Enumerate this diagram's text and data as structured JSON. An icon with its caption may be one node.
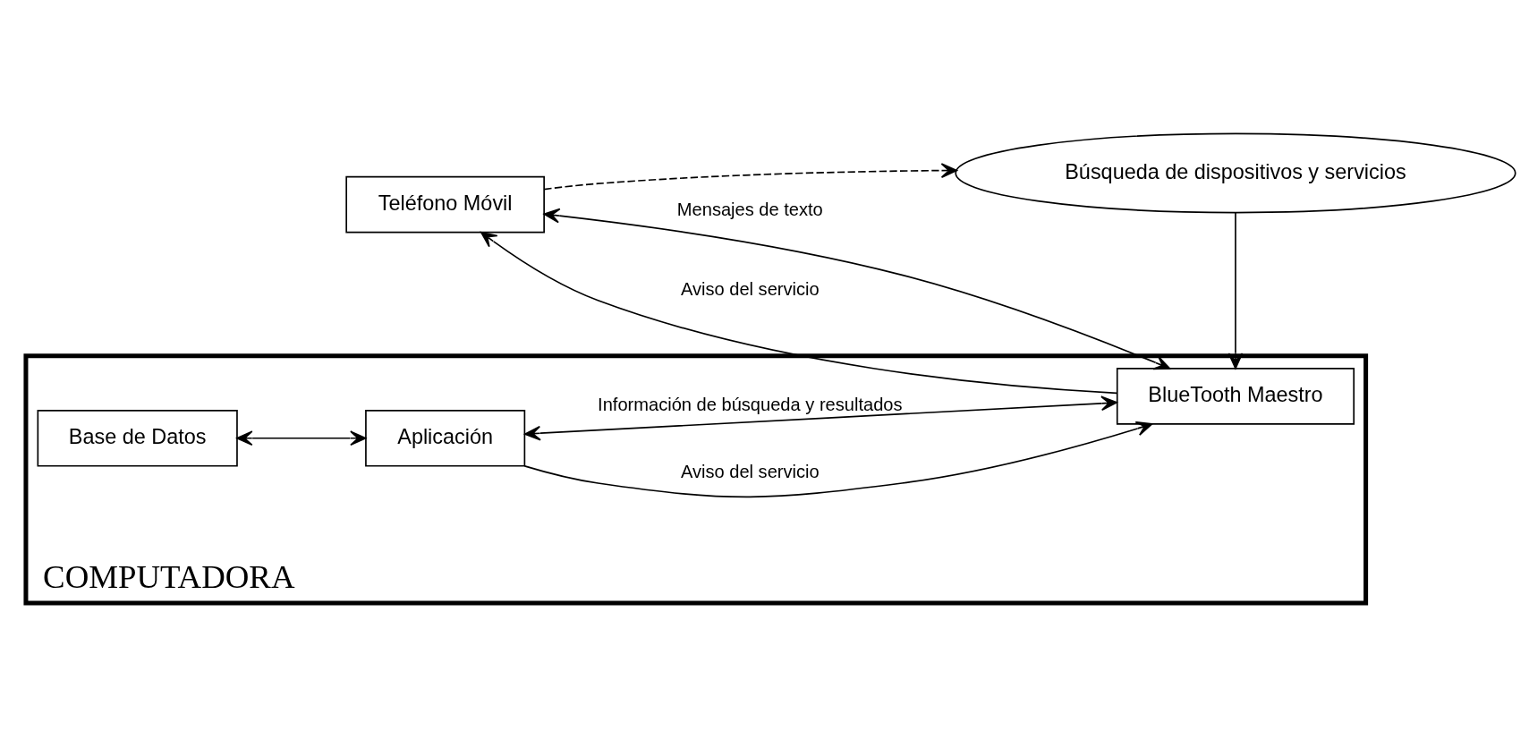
{
  "diagram": {
    "nodes": [
      {
        "text": [
          "Teléfono Móvil"
        ]
      },
      {
        "text": [
          "Búsqueda de dispositivos y servicios"
        ]
      },
      {
        "text": [
          "COMPUTADORA"
        ]
      },
      {
        "text": [
          "Base de Datos"
        ],
        "in": 2
      },
      {
        "text": [
          "Aplicación"
        ],
        "in": 2
      },
      {
        "text": [
          "BlueTooth Maestro"
        ],
        "in": 2
      }
    ],
    "edges": [
      {
        "from": 3,
        "to": 4,
        "arrow": "both"
      },
      {
        "from": 4,
        "to": 5,
        "arrow": "to",
        "label": "Aviso del servicio"
      },
      {
        "from": 5,
        "to": 0,
        "arrow": "to",
        "label": "Aviso del servicio"
      },
      {
        "from": 0,
        "to": 5,
        "arrow": "both",
        "label": "Mensajes de texto"
      },
      {
        "from": 0,
        "to": 1,
        "arrow": "to",
        "style": "dashed"
      },
      {
        "from": 1,
        "to": 5,
        "arrow": "to"
      },
      {
        "from": 4,
        "to": 5,
        "arrow": "both",
        "label": "Información de búsqueda y resultados"
      }
    ]
  }
}
